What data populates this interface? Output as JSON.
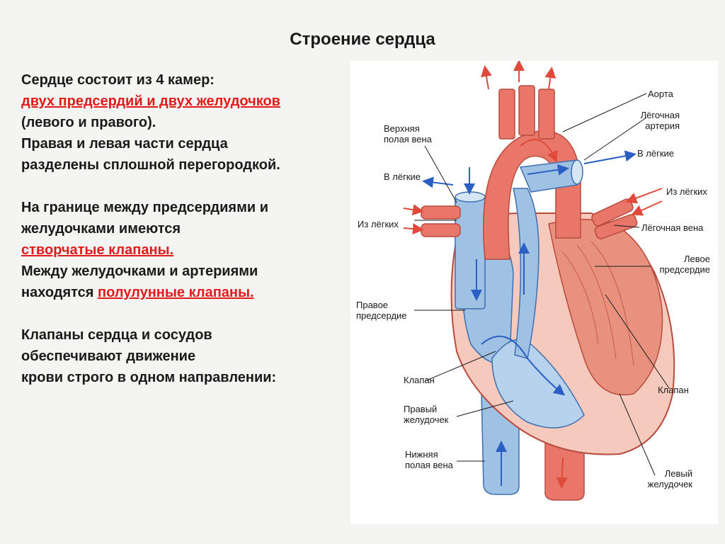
{
  "slide": {
    "title": "Строение сердца",
    "lines": [
      {
        "text": "Сердце состоит из 4 камер:",
        "highlight": false
      },
      {
        "text": "двух предсердий и двух желудочков",
        "highlight": true
      },
      {
        "text": "(левого и правого).",
        "highlight": false
      },
      {
        "text": "Правая и левая части сердца",
        "highlight": false
      },
      {
        "text": "разделены сплошной перегородкой.",
        "highlight": false
      }
    ],
    "para2": {
      "line1": "На границе между предсердиями и",
      "line2": "желудочками имеются",
      "line3_red": "створчатые клапаны.",
      "line4": "Между желудочками и артериями",
      "line5_prefix": "находятся ",
      "line5_red": "полулунные  клапаны."
    },
    "para3": {
      "line1": "Клапаны сердца и сосудов",
      "line2": "обеспечивают  движение",
      "line3": "крови строго в одном направлении:"
    }
  },
  "diagram": {
    "labels": {
      "aorta": "Аорта",
      "pulmonary_artery_1": "Лёгочная",
      "pulmonary_artery_2": "артерия",
      "to_lungs_right": "В лёгкие",
      "from_lungs_right": "Из лёгких",
      "pulmonary_vein": "Лёгочная вена",
      "left_atrium_1": "Левое",
      "left_atrium_2": "предсердие",
      "valve_right": "Клапан",
      "left_ventricle_1": "Левый",
      "left_ventricle_2": "желудочек",
      "superior_vena_cava_1": "Верхняя",
      "superior_vena_cava_2": "полая вена",
      "to_lungs_left": "В лёгкие",
      "from_lungs_left": "Из лёгких",
      "right_atrium_1": "Правое",
      "right_atrium_2": "предсердие",
      "valve_left": "Клапан",
      "right_ventricle_1": "Правый",
      "right_ventricle_2": "желудочек",
      "inferior_vena_cava_1": "Нижняя",
      "inferior_vena_cava_2": "полая вена"
    },
    "colors": {
      "arterial": "#e8776a",
      "arterial_dark": "#c9483d",
      "venous": "#9fc2e4",
      "venous_dark": "#3d6fb0",
      "muscle": "#f6c9bd",
      "arrow_red": "#e04a3a",
      "arrow_blue": "#2b5fc4"
    }
  }
}
